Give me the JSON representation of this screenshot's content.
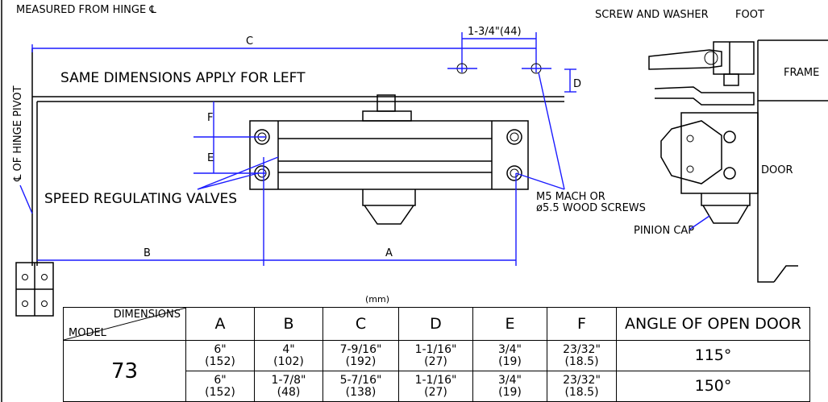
{
  "labels": {
    "measured_note": "MEASURED FROM HINGE ℄",
    "screw_washer": "SCREW AND WASHER",
    "foot": "FOOT",
    "frame": "FRAME",
    "door": "DOOR",
    "pinion_cap": "PINION CAP",
    "same_dims": "SAME DIMENSIONS APPLY FOR LEFT",
    "hinge_pivot": "℄ OF HINGE PIVOT",
    "speed_valves": "SPEED REGULATING VALVES",
    "mach_screw_1": "M5 MACH OR",
    "mach_screw_2": "ø5.5 WOOD SCREWS",
    "dim_c": "C",
    "dim_a": "A",
    "dim_b": "B",
    "dim_d": "D",
    "dim_e": "E",
    "dim_f": "F",
    "dim_offset": "1-3/4\"(44)",
    "units": "(mm)"
  },
  "table": {
    "header_dimensions": "DIMENSIONS",
    "header_model": "MODEL",
    "columns": [
      "A",
      "B",
      "C",
      "D",
      "E",
      "F"
    ],
    "angle_header": "ANGLE OF OPEN DOOR",
    "model": "73",
    "rows": [
      {
        "values": [
          [
            "6\"",
            "(152)"
          ],
          [
            "4\"",
            "(102)"
          ],
          [
            "7-9/16\"",
            "(192)"
          ],
          [
            "1-1/16\"",
            "(27)"
          ],
          [
            "3/4\"",
            "(19)"
          ],
          [
            "23/32\"",
            "(18.5)"
          ]
        ],
        "angle": "115°"
      },
      {
        "values": [
          [
            "6\"",
            "(152)"
          ],
          [
            "1-7/8\"",
            "(48)"
          ],
          [
            "5-7/16\"",
            "(138)"
          ],
          [
            "1-1/16\"",
            "(27)"
          ],
          [
            "3/4\"",
            "(19)"
          ],
          [
            "23/32\"",
            "(18.5)"
          ]
        ],
        "angle": "150°"
      }
    ]
  }
}
